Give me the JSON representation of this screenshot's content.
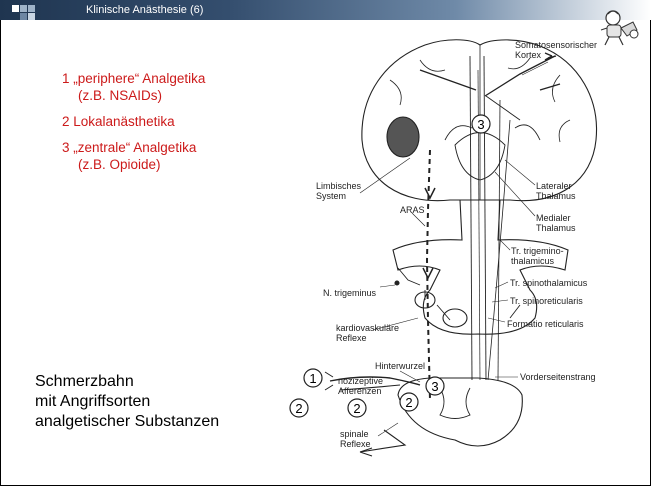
{
  "header": {
    "title": "Klinische Anästhesie (6)"
  },
  "legend": {
    "items": [
      {
        "line1": "1 „periphere“ Analgetika",
        "line2": "(z.B. NSAIDs)"
      },
      {
        "line1": "2 Lokalanästhetika",
        "line2": ""
      },
      {
        "line1": "3 „zentrale“ Analgetika",
        "line2": "(z.B. Opioide)"
      }
    ]
  },
  "caption": {
    "line1": "Schmerzbahn",
    "line2": "mit Angriffsorten",
    "line3": "analgetischer Substanzen"
  },
  "diagram": {
    "labels": {
      "somatosensorischer": "Somatosensorischer",
      "kortex": "Kortex",
      "limbisches": "Limbisches",
      "system": "System",
      "lateraler": "Lateraler",
      "thalamus1": "Thalamus",
      "medialer": "Medialer",
      "thalamus2": "Thalamus",
      "aras": "ARAS",
      "tr_trigemino": "Tr. trigemino-",
      "thalamicus": "thalamicus",
      "n_trigeminus": "N. trigeminus",
      "tr_spinothalamicus": "Tr. spinothalamicus",
      "tr_spinoreticularis": "Tr. spinoreticularis",
      "kardiovaskulaere": "kardiovaskuläre",
      "reflexe1": "Reflexe",
      "formatio": "Formatio reticularis",
      "hinterwurzel": "Hinterwurzel",
      "vorderseitenstrang": "Vorderseitenstrang",
      "nozizeptive": "nozizeptive",
      "afferenzen": "Afferenzen",
      "spinale": "spinale",
      "reflexe2": "Reflexe"
    },
    "markers": {
      "m1": "1",
      "m2": "2",
      "m3": "3"
    }
  }
}
